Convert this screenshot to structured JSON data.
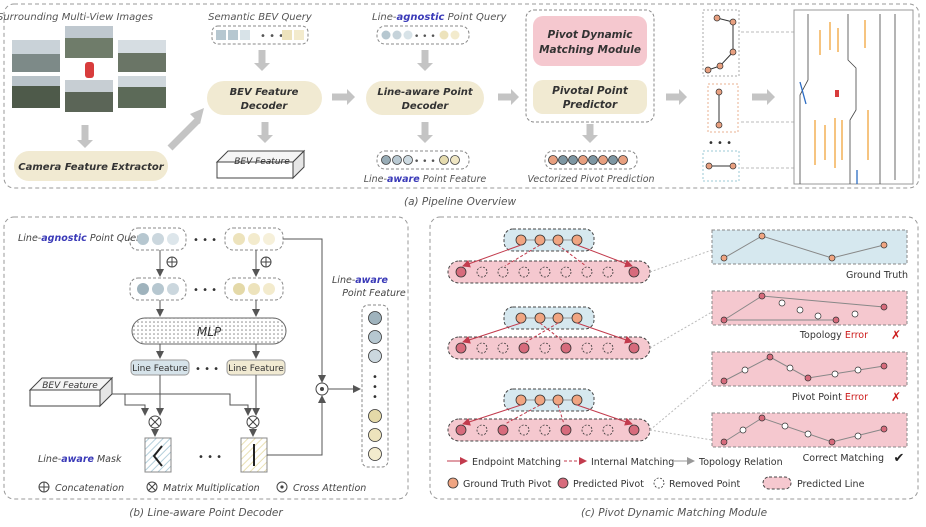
{
  "pipeline": {
    "caption": "(a) Pipeline Overview",
    "surround_title": "Surrounding Multi-View Images",
    "camera_extractor": "Camera Feature Extractor",
    "semantic_query": "Semantic BEV Query",
    "bev_decoder": [
      "BEV Feature",
      "Decoder"
    ],
    "bev_feature": "BEV Feature",
    "query_title": {
      "a": "Line-",
      "b": "agnostic",
      "c": " Point Query"
    },
    "lap_decoder": [
      "Line-aware Point",
      "Decoder"
    ],
    "lap_feature": {
      "a": "Line-",
      "b": "aware",
      "c": " Point Feature"
    },
    "pdm_module": [
      "Pivot Dynamic",
      "Matching Module"
    ],
    "pp_predictor": [
      "Pivotal Point",
      "Predictor"
    ],
    "vec_prediction": "Vectorized Pivot Prediction"
  },
  "decoder": {
    "caption": "(b) Line-aware Point Decoder",
    "query_title": {
      "a": "Line-",
      "b": "agnostic",
      "c": " Point Query"
    },
    "mlp": "MLP",
    "line_feature_1": "Line Feature",
    "line_feature_2": "Line Feature",
    "bev_feature": "BEV Feature",
    "mask_label": {
      "a": "Line-",
      "b": "aware",
      "c": " Mask"
    },
    "out_label_1": {
      "a": "Line-",
      "b": "aware"
    },
    "out_label_2": "Point Feature",
    "legend": {
      "concat": "Concatenation",
      "matmul": "Matrix Multiplication",
      "cross": "Cross Attention"
    }
  },
  "matching": {
    "caption": "(c) Pivot Dynamic Matching Module",
    "ground_truth": "Ground Truth",
    "topology": "Topology",
    "topology_err": "Error",
    "pivot_point": "Pivot Point",
    "pivot_err": "Error",
    "correct": "Correct Matching",
    "legend": {
      "endpoint": "Endpoint Matching",
      "internal": "Internal Matching",
      "topology_rel": "Topology Relation",
      "gt_pivot": "Ground Truth Pivot",
      "pred_pivot": "Predicted Pivot",
      "removed": "Removed Point",
      "pred_line": "Predicted Line"
    }
  },
  "colors": {
    "accent_blue": "#3a3ab8",
    "error_red": "#cc1b1b",
    "pred_pink": "#f5c8cf",
    "gt_blue": "#d6e8ef",
    "beige": "#f1ead2",
    "arrow_grey": "#c4c4c4",
    "gt_pivot": "#f0a582",
    "pred_pivot": "#d76b7c"
  }
}
